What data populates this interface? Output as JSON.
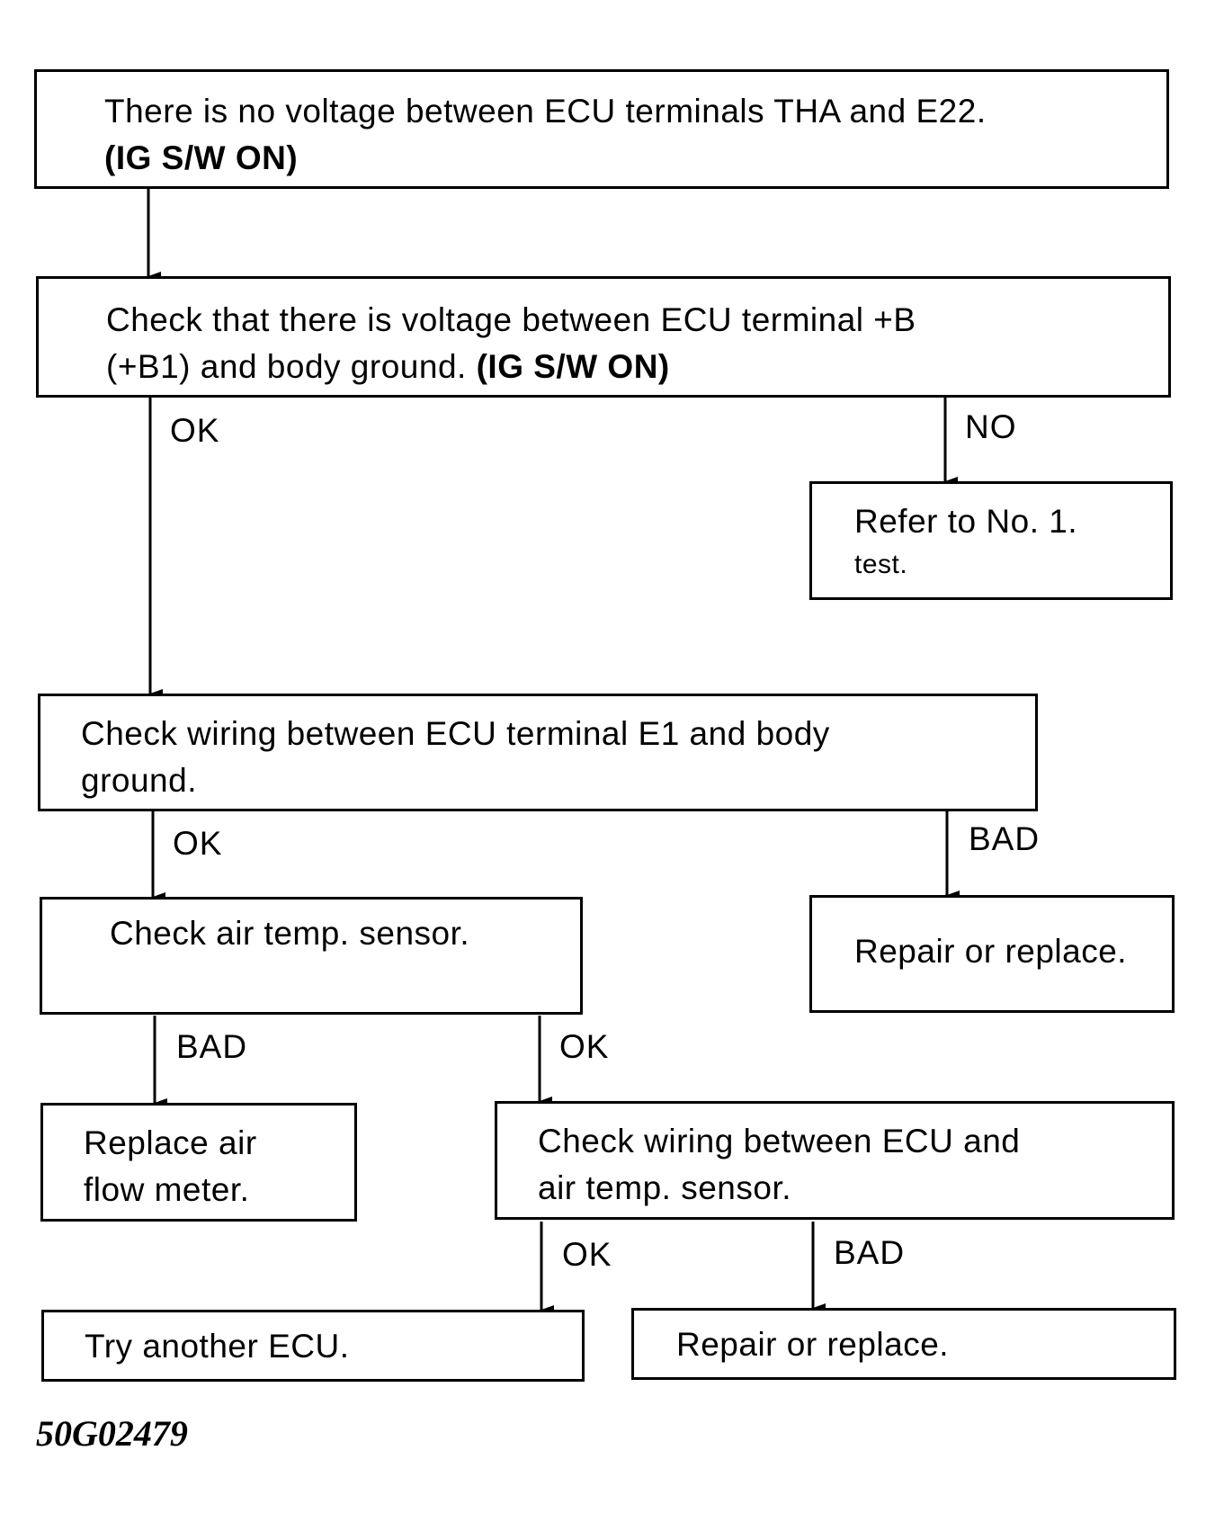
{
  "nodes": {
    "n1": {
      "line1": "There is no voltage between ECU terminals THA and E22.",
      "line2": "(IG S/W ON)"
    },
    "n2": {
      "line1": "Check that there is voltage between ECU terminal +B",
      "line2a": "(+B1) and body ground. ",
      "line2b": "(IG S/W ON)"
    },
    "n3": {
      "line1": "Refer to No. 1.",
      "line2": "test."
    },
    "n4": {
      "line1": "Check wiring between ECU terminal E1 and body",
      "line2": "ground."
    },
    "n5": {
      "line1": "Check air temp. sensor."
    },
    "n6": {
      "line1": "Repair or replace."
    },
    "n7": {
      "line1": "Replace air",
      "line2": "flow meter."
    },
    "n8": {
      "line1": "Check wiring between ECU and",
      "line2": "air temp. sensor."
    },
    "n9": {
      "line1": "Try another ECU."
    },
    "n10": {
      "line1": "Repair or replace."
    }
  },
  "edges": {
    "e2_4": "OK",
    "e2_3": "NO",
    "e4_5": "OK",
    "e4_6": "BAD",
    "e5_7": "BAD",
    "e5_8": "OK",
    "e8_9": "OK",
    "e8_10": "BAD"
  },
  "figure_id": "50G02479"
}
